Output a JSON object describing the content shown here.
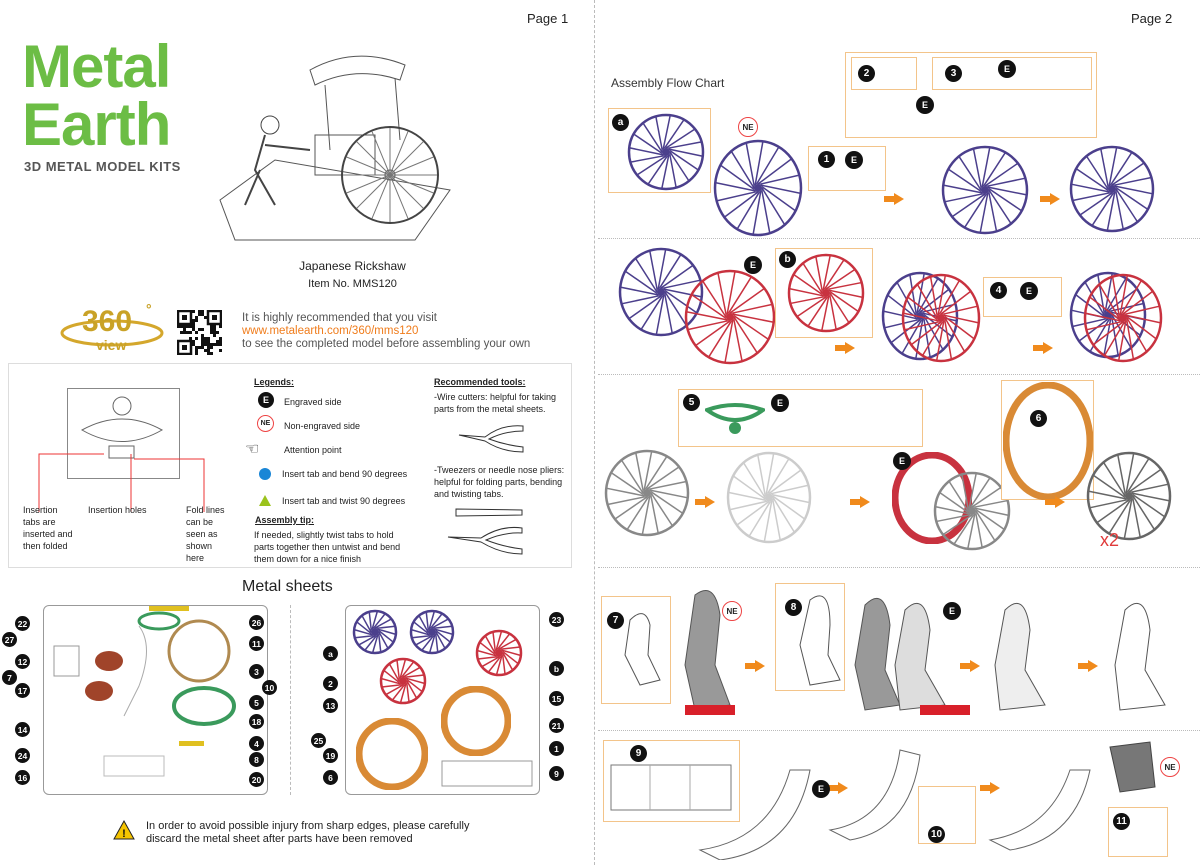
{
  "page1": {
    "page_label": "Page 1",
    "logo": {
      "line1": "Metal",
      "line2": "Earth",
      "subtitle": "3D METAL MODEL KITS"
    },
    "model_name": "Japanese Rickshaw",
    "item_no": "Item No. MMS120",
    "badge_360": {
      "number": "360",
      "degree": "°",
      "word": "view"
    },
    "visit": {
      "line1": "It is highly recommended that you visit",
      "url": "www.metalearth.com/360/mms120",
      "line3": "to see the completed model before assembling your own"
    },
    "diagram_labels": [
      "Insertion tabs are inserted and then folded",
      "Insertion holes",
      "Fold lines can be seen as shown here"
    ],
    "legends": {
      "title": "Legends:",
      "items": [
        {
          "icon": "E",
          "label": "Engraved side"
        },
        {
          "icon": "NE",
          "label": "Non-engraved side"
        },
        {
          "icon": "pointing-hand",
          "label": "Attention point"
        },
        {
          "icon": "blue-dot",
          "label": "Insert tab and bend 90 degrees"
        },
        {
          "icon": "green-triangle",
          "label": "Insert tab and twist 90 degrees"
        }
      ]
    },
    "assembly_tip": {
      "title": "Assembly tip:",
      "text": "If needed, slightly twist tabs to hold parts together then untwist and bend them down for a nice finish"
    },
    "tools": {
      "title": "Recommended tools:",
      "wire_cutters": "-Wire cutters: helpful for taking parts from the metal sheets.",
      "tweezers": "-Tweezers or needle nose pliers: helpful for folding parts, bending and twisting tabs."
    },
    "metal_sheets_title": "Metal sheets",
    "sheet1": {
      "left_labels": [
        "22",
        "27",
        "12",
        "7",
        "17",
        "14",
        "24",
        "16"
      ],
      "right_labels": [
        "26",
        "11",
        "3",
        "10",
        "5",
        "18",
        "4",
        "8",
        "20"
      ]
    },
    "sheet2": {
      "left_labels": [
        "a",
        "2",
        "13",
        "25",
        "19",
        "6"
      ],
      "right_labels": [
        "23",
        "b",
        "15",
        "21",
        "1",
        "9"
      ]
    },
    "warning": {
      "line1": "In order to avoid possible injury from sharp edges, please carefully",
      "line2": "discard the metal sheet after parts have been removed"
    }
  },
  "page2": {
    "page_label": "Page 2",
    "flow_title": "Assembly Flow Chart",
    "step_labels": [
      "a",
      "1",
      "2",
      "3",
      "b",
      "4",
      "5",
      "6",
      "7",
      "8",
      "9",
      "10",
      "11"
    ],
    "markers": {
      "engraved": "E",
      "non_engraved": "NE"
    },
    "quantity": "x2"
  },
  "colors": {
    "brand_green": "#6cbd45",
    "url_orange": "#f07c1b",
    "arrow_orange": "#f08a1c",
    "wheel_purple": "#4b3f8c",
    "wheel_red": "#c8323f",
    "rim_orange": "#d98a35",
    "callout_border": "#f3c48a"
  }
}
